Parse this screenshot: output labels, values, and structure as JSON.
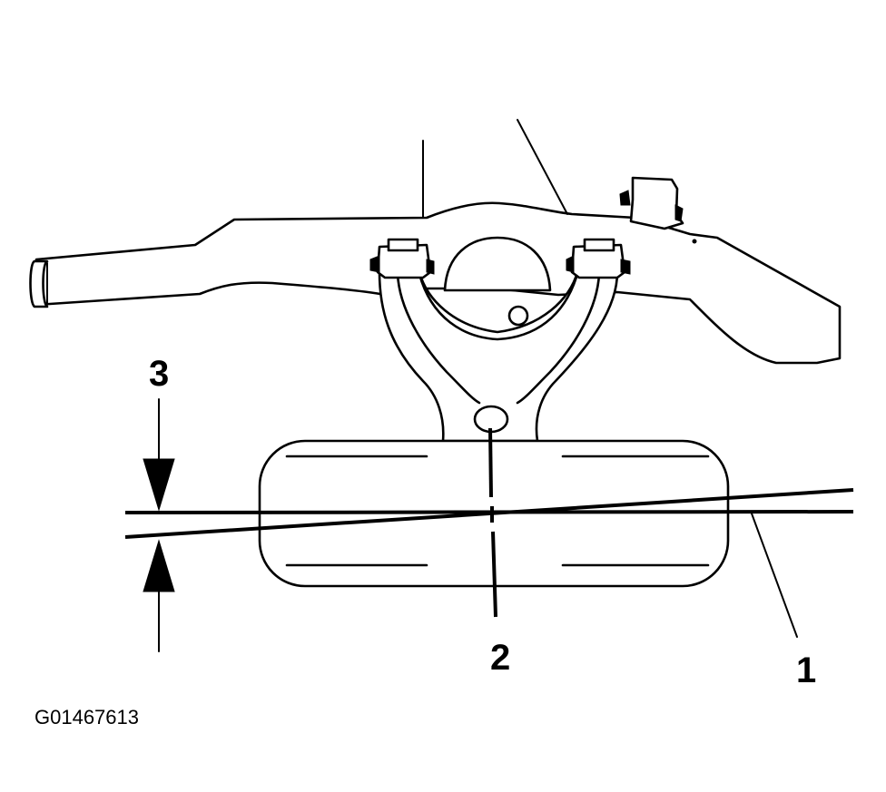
{
  "figure": {
    "callouts": [
      "1",
      "2",
      "3"
    ],
    "figure_id": "G01467613"
  },
  "colors": {
    "ink": "#000000",
    "background": "#ffffff"
  }
}
